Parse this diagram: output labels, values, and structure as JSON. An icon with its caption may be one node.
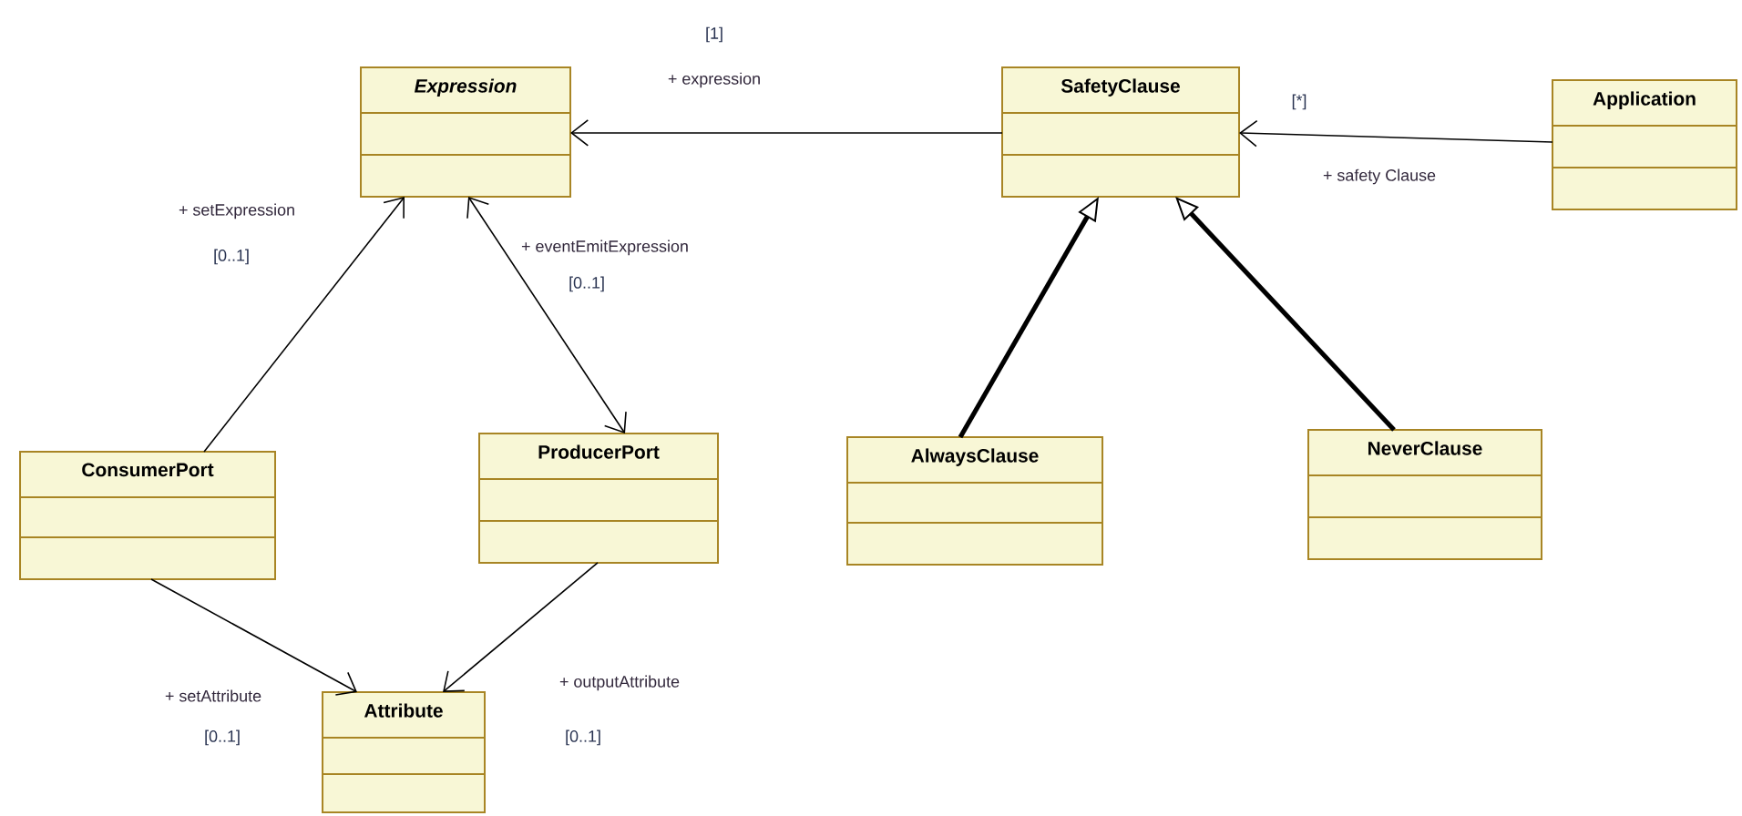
{
  "diagram": {
    "nodes": [
      {
        "text": [
          "Expression"
        ]
      },
      {
        "text": [
          "SafetyClause"
        ]
      },
      {
        "text": [
          "Application"
        ]
      },
      {
        "text": [
          "ConsumerPort"
        ]
      },
      {
        "text": [
          "ProducerPort"
        ]
      },
      {
        "text": [
          "AlwaysClause"
        ]
      },
      {
        "text": [
          "NeverClause"
        ]
      },
      {
        "text": [
          "Attribute"
        ]
      }
    ],
    "edges": [
      {
        "from": 1,
        "to": 0,
        "arrow": "to",
        "label": "+ expression"
      },
      {
        "from": 2,
        "to": 1,
        "arrow": "to",
        "label": "+ safety Clause"
      },
      {
        "from": 3,
        "to": 0,
        "arrow": "to",
        "label": "+ setExpression"
      },
      {
        "from": 0,
        "to": 4,
        "arrow": "both",
        "label": "+ eventEmitExpression"
      },
      {
        "from": 5,
        "to": 1,
        "arrow": "to",
        "style": "thick"
      },
      {
        "from": 6,
        "to": 1,
        "arrow": "to",
        "style": "thick"
      },
      {
        "from": 3,
        "to": 7,
        "arrow": "to",
        "label": "+ setAttribute"
      },
      {
        "from": 4,
        "to": 7,
        "arrow": "to",
        "label": "+ outputAttribute"
      }
    ],
    "labels": [
      "[1]",
      "[*]",
      "[0..1]",
      "[0..1]",
      "[0..1]",
      "[0..1]"
    ]
  }
}
